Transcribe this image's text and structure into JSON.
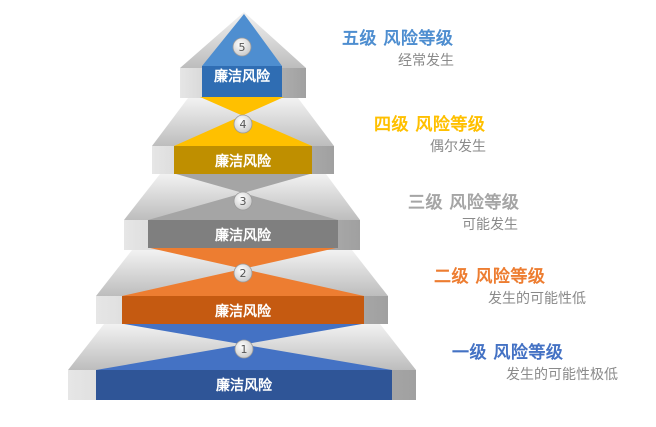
{
  "levels": [
    {
      "num": "5",
      "box": "廉洁风险",
      "title": "五级  风险等级",
      "desc": "经常发生",
      "color": "#4e8ed0",
      "dark": "#2f6db3"
    },
    {
      "num": "4",
      "box": "廉洁风险",
      "title": "四级  风险等级",
      "desc": "偶尔发生",
      "color": "#ffc000",
      "dark": "#bf8f00"
    },
    {
      "num": "3",
      "box": "廉洁风险",
      "title": "三级  风险等级",
      "desc": "可能发生",
      "color": "#a5a5a5",
      "dark": "#7f7f7f"
    },
    {
      "num": "2",
      "box": "廉洁风险",
      "title": "二级  风险等级",
      "desc": "发生的可能性低",
      "color": "#ed7d31",
      "dark": "#c55a11"
    },
    {
      "num": "1",
      "box": "廉洁风险",
      "title": "一级  风险等级",
      "desc": "发生的可能性极低",
      "color": "#4472c4",
      "dark": "#2f5597"
    }
  ]
}
